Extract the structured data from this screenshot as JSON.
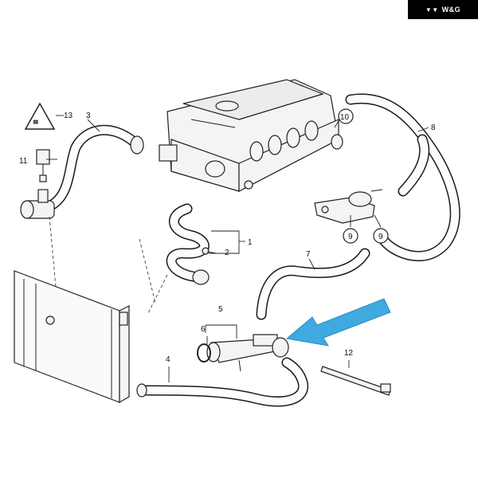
{
  "watermark": {
    "text": "W&G",
    "logo": "wg-logo-icon"
  },
  "callouts": {
    "c1": "1",
    "c2": "2",
    "c3": "3",
    "c4": "4",
    "c5": "5",
    "c6": "6",
    "c7": "7",
    "c8": "8",
    "c9a": "9",
    "c9b": "9",
    "c10": "10",
    "c11": "11",
    "c12": "12",
    "c13": "13"
  },
  "arrow_color": "#3fa9e0",
  "warning_icon": "warning-triangle-icon"
}
